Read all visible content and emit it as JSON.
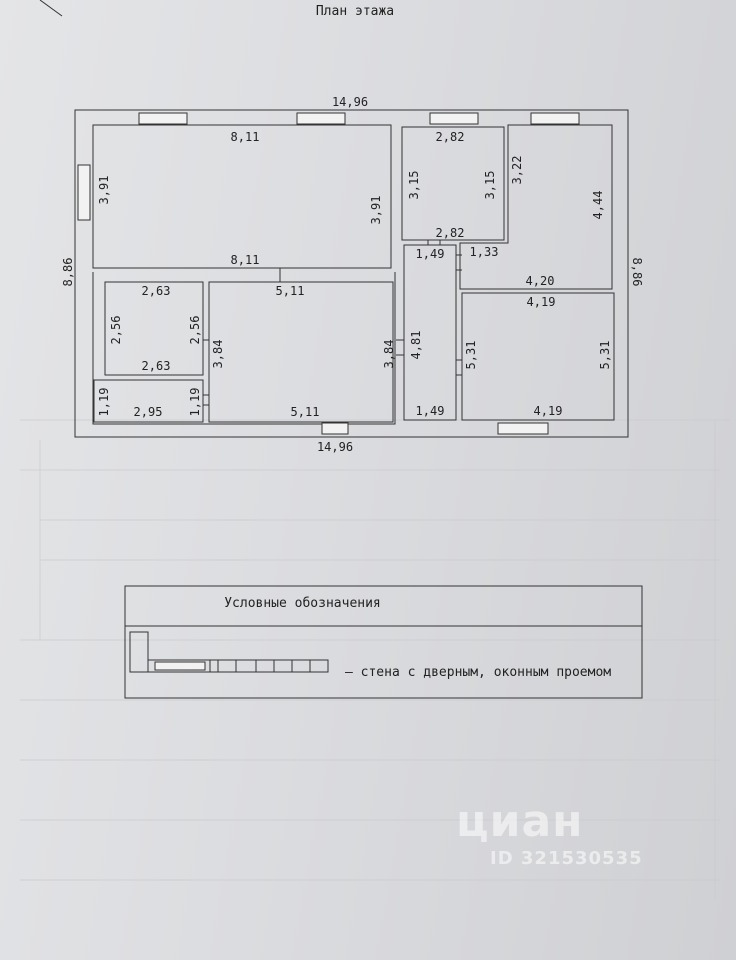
{
  "plan": {
    "title": "План этажа",
    "dims": {
      "total_width_top": "14,96",
      "total_width_bottom": "14,96",
      "total_height_left": "8,86",
      "total_height_right": "8,86",
      "room1_width_top": "8,11",
      "room1_width_bottom": "8,11",
      "room1_height_left": "3,91",
      "room1_height_right": "3,91",
      "room2_width_top": "2,82",
      "room2_width_bottom": "2,82",
      "room2_height_left": "3,15",
      "room2_height_right": "3,15",
      "room3_height_left": "3,22",
      "room3_height_right": "4,44",
      "room3_width_bottom": "4,20",
      "hall_width_top": "1,49",
      "hall_width_bottom": "1,49",
      "hall_height": "4,81",
      "hall_step": "1,33",
      "room4_width_top": "4,19",
      "room4_width_bottom": "4,19",
      "room4_height_left": "5,31",
      "room4_height_right": "5,31",
      "room5_width_top": "2,63",
      "room5_width_bottom": "2,63",
      "room5_height_left": "2,56",
      "room5_height_right": "2,56",
      "room6_width": "2,95",
      "room6_height_left": "1,19",
      "room6_height_right": "1,19",
      "room7_width_top": "5,11",
      "room7_width_bottom": "5,11",
      "room7_height_left": "3,84",
      "room7_height_right": "3,84"
    }
  },
  "legend": {
    "title": "Условные обозначения",
    "item_text": "– стена с дверным, оконным проемом"
  },
  "watermark": {
    "brand": "циан",
    "id": "ID 321530535"
  }
}
